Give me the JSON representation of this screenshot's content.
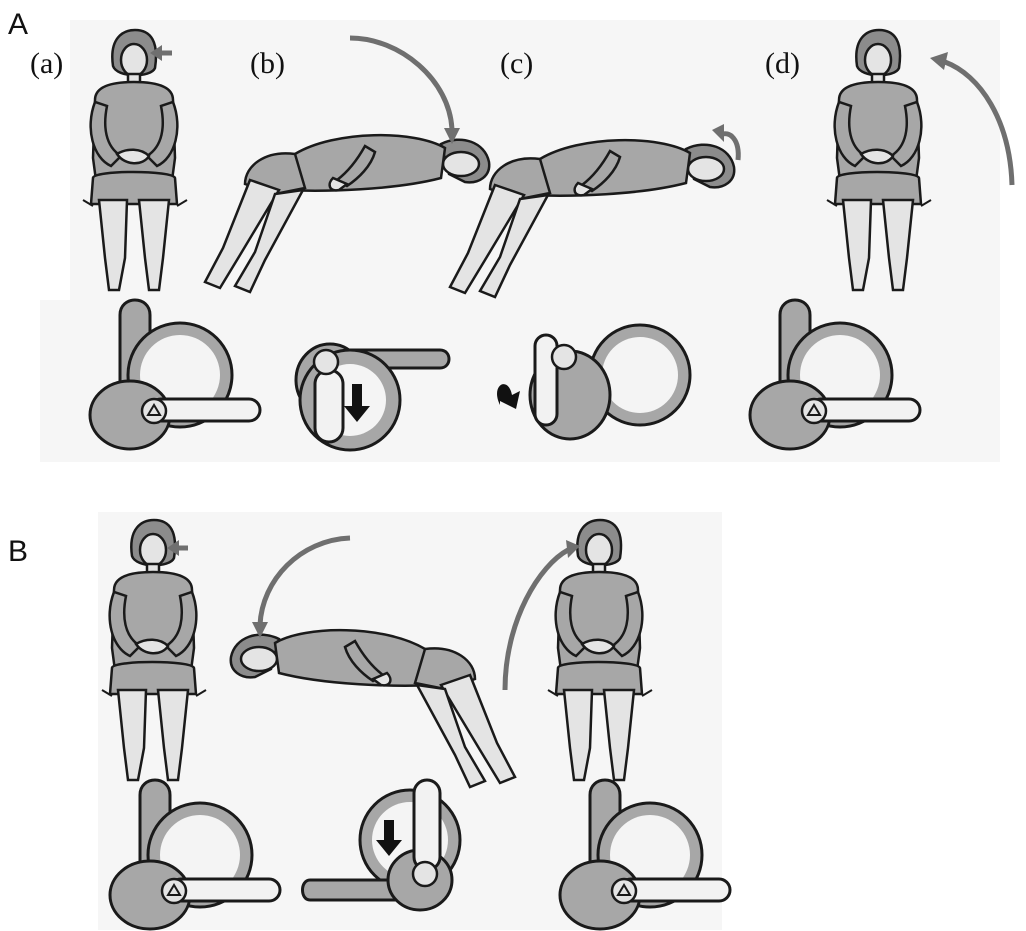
{
  "panels": [
    {
      "label": "A",
      "steps": [
        "(a)",
        "(b)",
        "(c)",
        "(d)"
      ]
    },
    {
      "label": "B",
      "steps": []
    }
  ]
}
